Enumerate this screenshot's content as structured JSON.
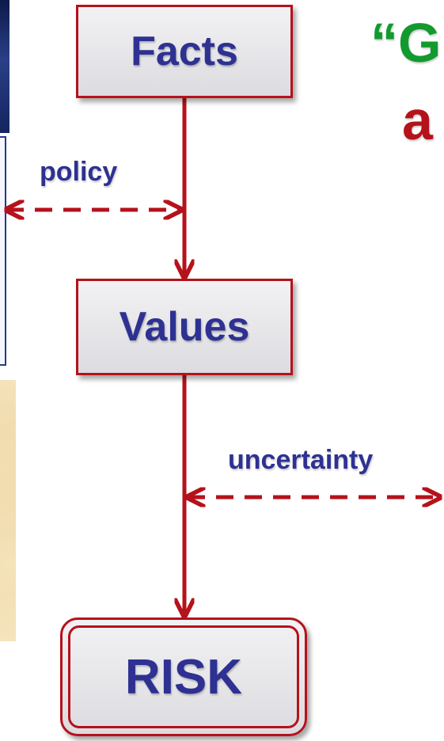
{
  "nodes": {
    "facts": "Facts",
    "values": "Values",
    "risk": "RISK"
  },
  "edge_labels": {
    "policy": "policy",
    "uncertainty": "uncertainty"
  },
  "quote": {
    "line1": "“G",
    "line2": "a"
  },
  "colors": {
    "arrow": "#b5121b",
    "node_text": "#2e3192",
    "quote_green": "#139a2e",
    "quote_red": "#b5121b"
  }
}
